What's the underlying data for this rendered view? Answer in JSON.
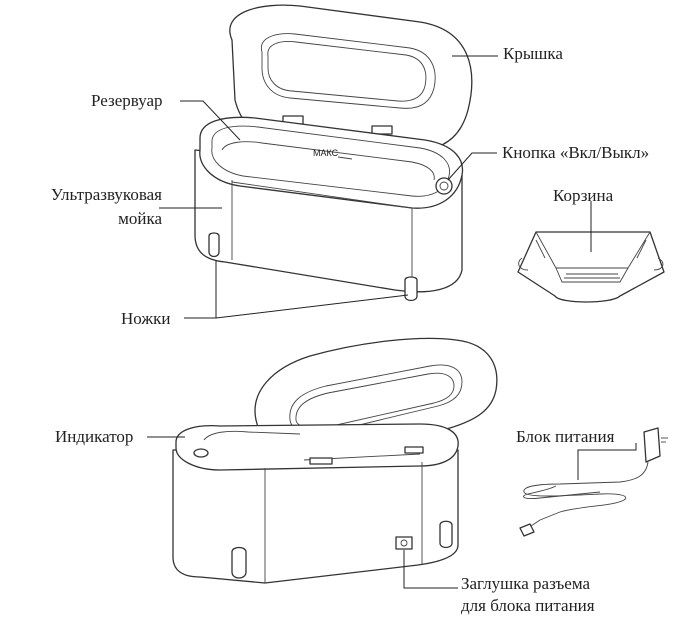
{
  "labels": {
    "lid": "Крышка",
    "reservoir": "Резервуар",
    "power_button": "Кнопка «Вкл/Выкл»",
    "cleaner_line1": "Ультразвуковая",
    "cleaner_line2": "мойка",
    "basket": "Корзина",
    "feet": "Ножки",
    "indicator": "Индикатор",
    "power_supply": "Блок питания",
    "plug_line1": "Заглушка разъема",
    "plug_line2": "для блока питания"
  },
  "tank_marking": "МАКС"
}
